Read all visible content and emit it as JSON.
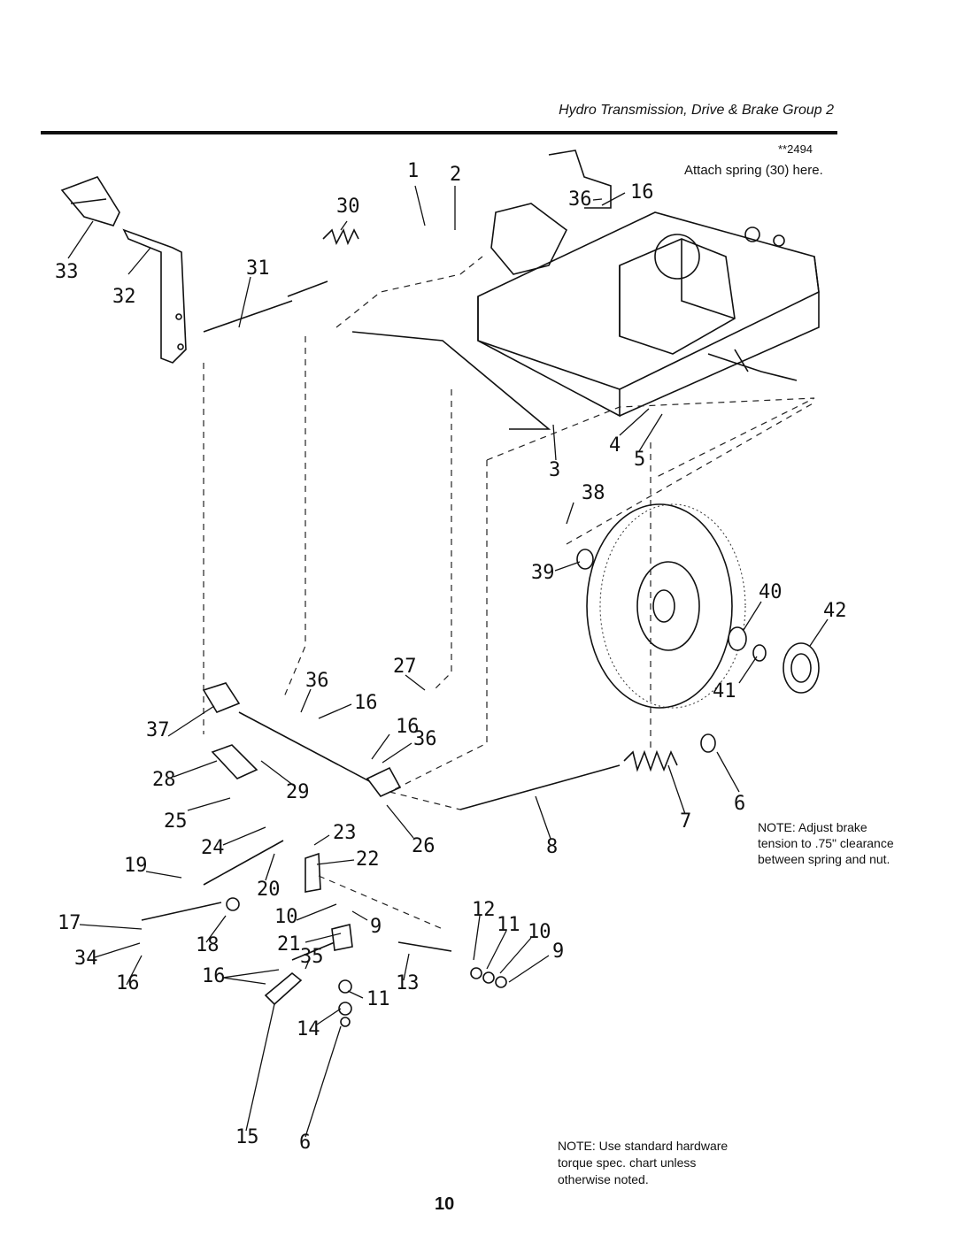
{
  "header": {
    "title": "Hydro Transmission, Drive & Brake Group 2"
  },
  "diagram": {
    "ref_code": "**2494",
    "attach_note": "Attach spring (30) here.",
    "brake_note": [
      "NOTE: Adjust brake",
      "tension to .75\" clearance",
      "between spring and nut."
    ],
    "torque_note": [
      "NOTE: Use standard hardware",
      "torque spec. chart unless",
      "otherwise noted."
    ],
    "callouts": [
      "1",
      "2",
      "30",
      "36",
      "16",
      "33",
      "32",
      "31",
      "3",
      "4",
      "5",
      "38",
      "39",
      "40",
      "42",
      "41",
      "27",
      "36",
      "16",
      "37",
      "16",
      "36",
      "28",
      "29",
      "25",
      "23",
      "24",
      "22",
      "26",
      "8",
      "7",
      "6",
      "19",
      "20",
      "12",
      "11",
      "10",
      "17",
      "18",
      "10",
      "9",
      "21",
      "35",
      "34",
      "16",
      "16",
      "13",
      "9",
      "11",
      "14",
      "15",
      "6"
    ]
  },
  "footer": {
    "page_number": "10"
  }
}
